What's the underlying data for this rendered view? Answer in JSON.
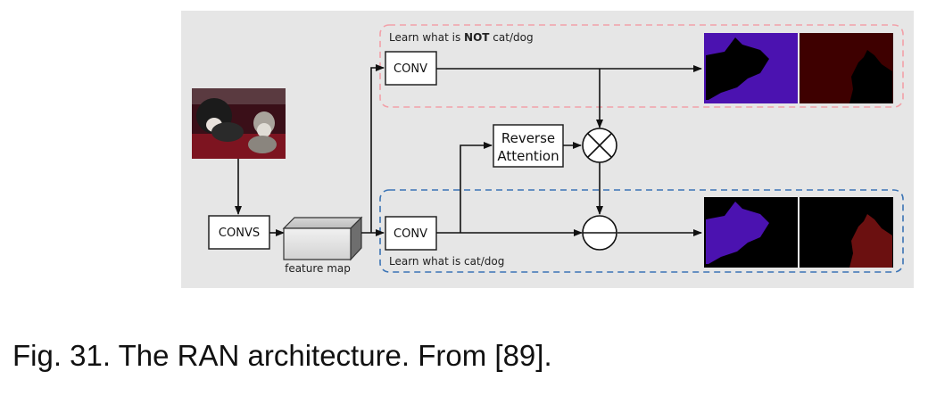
{
  "diagram": {
    "input_image": "cat and dog photo",
    "convs_label": "CONVS",
    "feature_map_label": "feature map",
    "conv_top_label": "CONV",
    "conv_bottom_label": "CONV",
    "reverse_attention_line1": "Reverse",
    "reverse_attention_line2": "Attention",
    "top_note_prefix": "Learn what is ",
    "top_note_bold": "NOT",
    "top_note_suffix": " cat/dog",
    "bottom_note": "Learn what is cat/dog",
    "multiply_op": "multiply",
    "subtract_op": "subtract",
    "colors": {
      "panel_bg": "#e6e6e6",
      "top_dashed": "#f2a0a8",
      "bottom_dashed": "#3b74b5",
      "purple": "#4b12b0",
      "dark_red": "#3e0000",
      "red": "#6b1010"
    }
  },
  "caption": "Fig. 31. The RAN architecture. From [89]."
}
